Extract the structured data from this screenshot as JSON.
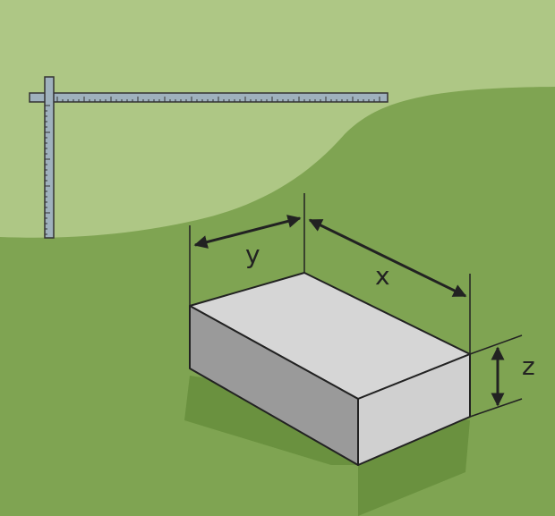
{
  "labels": {
    "x": "x",
    "y": "y",
    "z": "z"
  },
  "colors": {
    "sky": "#aec785",
    "ground": "#7fa452",
    "shadow": "#6a913f",
    "box_top": "#d6d6d6",
    "box_left": "#9a9a9a",
    "box_right": "#d0d0d0",
    "ruler": "#9fb1bd",
    "line": "#222222"
  },
  "icons": {
    "ruler": "folding-ruler-icon"
  }
}
